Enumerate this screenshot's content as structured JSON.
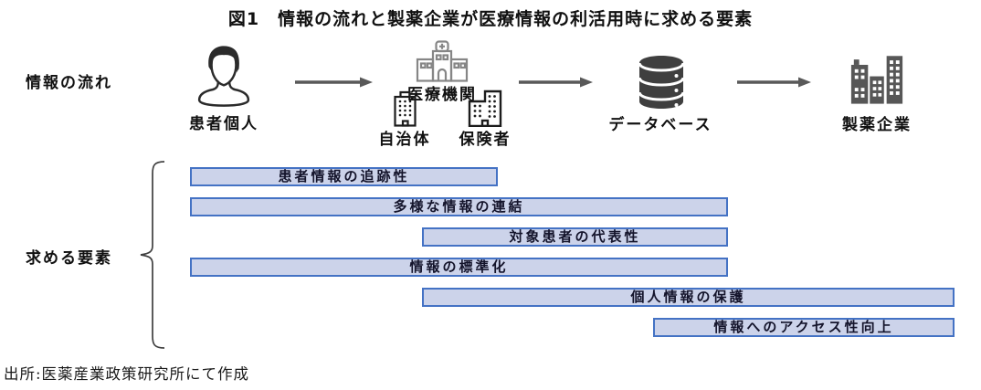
{
  "figure": {
    "title": "図1　情報の流れと製薬企業が医療情報の利活用時に求める要素",
    "source": "出所:医薬産業政策研究所にて作成"
  },
  "flow": {
    "row_label": "情報の流れ",
    "nodes": [
      {
        "label": "患者個人",
        "icon": "person-icon"
      },
      {
        "label": "医療機関",
        "icon": "hospital-icon"
      },
      {
        "label": "自治体",
        "icon": "government-building-icon"
      },
      {
        "label": "保険者",
        "icon": "insurer-building-icon"
      },
      {
        "label": "データベース",
        "icon": "database-icon"
      },
      {
        "label": "製薬企業",
        "icon": "pharma-buildings-icon"
      }
    ],
    "arrows": 3
  },
  "elements": {
    "row_label": "求める要素",
    "bars": [
      {
        "label": "患者情報の追跡性"
      },
      {
        "label": "多様な情報の連結"
      },
      {
        "label": "対象患者の代表性"
      },
      {
        "label": "情報の標準化"
      },
      {
        "label": "個人情報の保護"
      },
      {
        "label": "情報へのアクセス性向上"
      }
    ]
  },
  "colors": {
    "bar_fill": "#ccd3ea",
    "bar_border": "#4472c4",
    "arrow": "#595959",
    "ink": "#1a1a1a",
    "hospital_gray": "#868686",
    "database_dark": "#3f3f3f",
    "pharma_gray": "#575757"
  }
}
